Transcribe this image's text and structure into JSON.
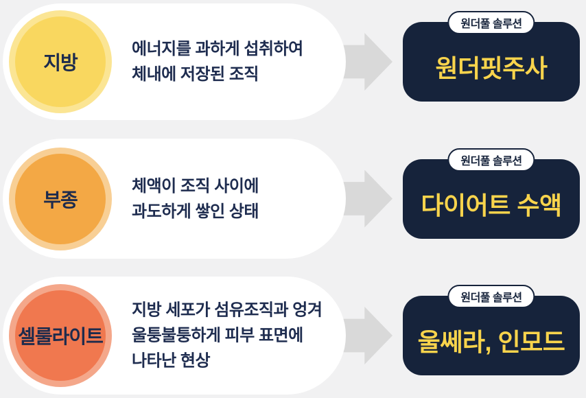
{
  "page": {
    "background_color": "#F1F1F2",
    "card_color": "#FFFFFF",
    "arrow_color": "#D9D9D9",
    "navy_color": "#16233B",
    "solution_text_color": "#F9D44C",
    "label_text_color": "#1E2C4F"
  },
  "rows": [
    {
      "circle_label": "지방",
      "circle_color": "#F9D75F",
      "circle_ring": "#FBE594",
      "description": [
        "에너지를 과하게 섭취하여",
        "체내에 저장된 조직"
      ],
      "badge_label": "원더풀 솔루션",
      "solution": "원더핏주사"
    },
    {
      "circle_label": "부종",
      "circle_color": "#F3A845",
      "circle_ring": "#F8CF95",
      "description": [
        "체액이 조직 사이에",
        "과도하게 쌓인 상태"
      ],
      "badge_label": "원더풀 솔루션",
      "solution": "다이어트 수액"
    },
    {
      "circle_label": "셀룰라이트",
      "circle_color": "#F0784F",
      "circle_ring": "#F4A78A",
      "description": [
        "지방 세포가 섬유조직과 엉겨",
        "울퉁불퉁하게 피부 표면에",
        "나타난 현상"
      ],
      "badge_label": "원더풀 솔루션",
      "solution": "울쎄라, 인모드"
    }
  ]
}
